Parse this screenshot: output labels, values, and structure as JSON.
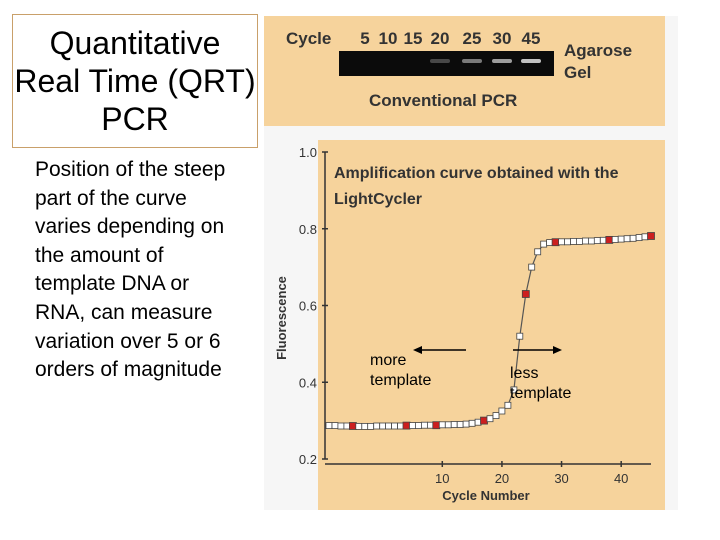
{
  "slide": {
    "title": "Quantitative Real Time (QRT) PCR",
    "body": "Position of the steep part of the curve varies depending on the amount of template DNA or RNA, can measure variation over 5 or 6 orders of magnitude"
  },
  "gel_panel": {
    "cycle_label": "Cycle",
    "cycles": [
      "5",
      "10",
      "15",
      "20",
      "25",
      "30",
      "45"
    ],
    "side_label_line1": "Agarose",
    "side_label_line2": "Gel",
    "caption": "Conventional PCR",
    "band_intensity": [
      0,
      0,
      0,
      0.25,
      0.45,
      0.6,
      0.75
    ]
  },
  "annotations": {
    "more_template": "more\ntemplate",
    "less_template": "less\ntemplate"
  },
  "colors": {
    "panel_bg": "#f6d39c",
    "gel_bg": "#0b0b0b",
    "marker_fill": "#ffffff",
    "marker_highlight": "#cc1f1f",
    "curve": "#555555",
    "axis": "#333333"
  },
  "chart_data": {
    "type": "scatter",
    "title": "Amplification curve obtained with the LightCycler",
    "xlabel": "Cycle Number",
    "ylabel": "Fluorescence",
    "xlim": [
      -9,
      45
    ],
    "ylim": [
      0.2,
      1.0
    ],
    "xticks": [
      10,
      20,
      30,
      40
    ],
    "yticks": [
      0.2,
      0.4,
      0.6,
      0.8,
      1.0
    ],
    "ytick_labels": [
      "0.2",
      "0.4",
      "0.6",
      "0.8",
      "1.0"
    ],
    "grid": false,
    "series": [
      {
        "x": [
          -9,
          -8,
          -7,
          -6,
          -5,
          -4,
          -3,
          -2,
          -1,
          0,
          1,
          2,
          3,
          4,
          5,
          6,
          7,
          8,
          9,
          10,
          11,
          12,
          13,
          14,
          15,
          16,
          17,
          18,
          19,
          20,
          21,
          22,
          23,
          24,
          25,
          26,
          27,
          28,
          29,
          30,
          31,
          32,
          33,
          34,
          35,
          36,
          37,
          38,
          39,
          40,
          41,
          42,
          43,
          44,
          45
        ],
        "y": [
          0.287,
          0.287,
          0.286,
          0.286,
          0.286,
          0.285,
          0.285,
          0.285,
          0.286,
          0.286,
          0.286,
          0.286,
          0.286,
          0.287,
          0.287,
          0.287,
          0.288,
          0.288,
          0.288,
          0.289,
          0.289,
          0.29,
          0.29,
          0.291,
          0.293,
          0.296,
          0.3,
          0.305,
          0.313,
          0.325,
          0.34,
          0.38,
          0.52,
          0.63,
          0.7,
          0.74,
          0.76,
          0.764,
          0.765,
          0.766,
          0.766,
          0.767,
          0.767,
          0.768,
          0.768,
          0.769,
          0.77,
          0.771,
          0.772,
          0.773,
          0.774,
          0.775,
          0.777,
          0.779,
          0.781
        ],
        "highlight": [
          false,
          false,
          false,
          false,
          true,
          false,
          false,
          false,
          false,
          false,
          false,
          false,
          false,
          true,
          false,
          false,
          false,
          false,
          true,
          false,
          false,
          false,
          false,
          false,
          false,
          false,
          true,
          false,
          false,
          false,
          false,
          false,
          false,
          true,
          false,
          false,
          false,
          false,
          true,
          false,
          false,
          false,
          false,
          false,
          false,
          false,
          false,
          true,
          false,
          false,
          false,
          false,
          false,
          false,
          true
        ]
      }
    ]
  }
}
